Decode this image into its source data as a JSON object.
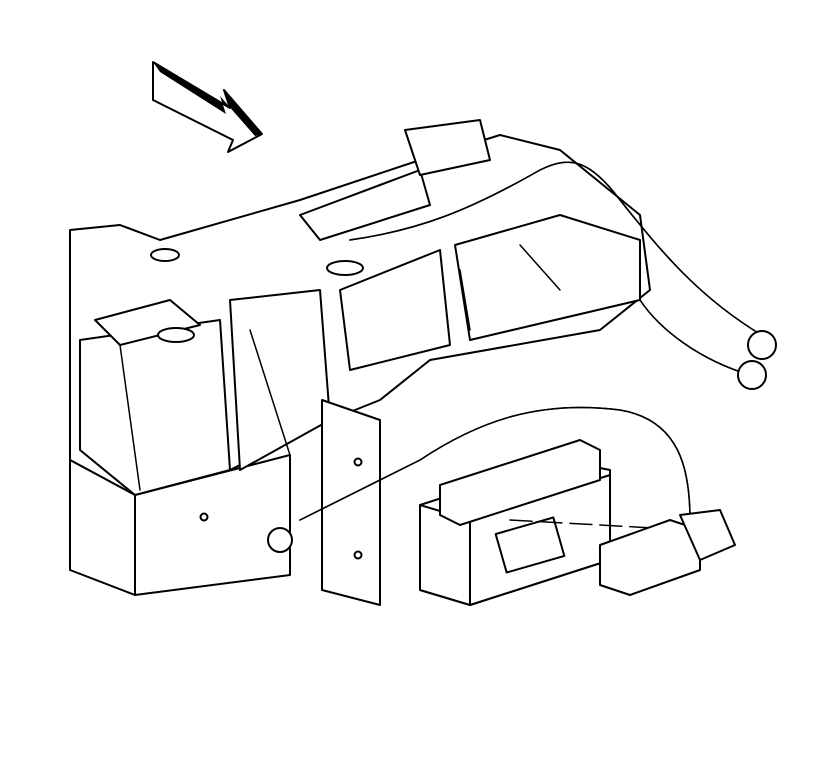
{
  "diagram": {
    "colors": {
      "line": "#000000",
      "background": "#ffffff"
    },
    "parts": [
      "direction-arrow",
      "hvac-housing",
      "wiring-harness",
      "control-module",
      "harness-connector"
    ]
  }
}
